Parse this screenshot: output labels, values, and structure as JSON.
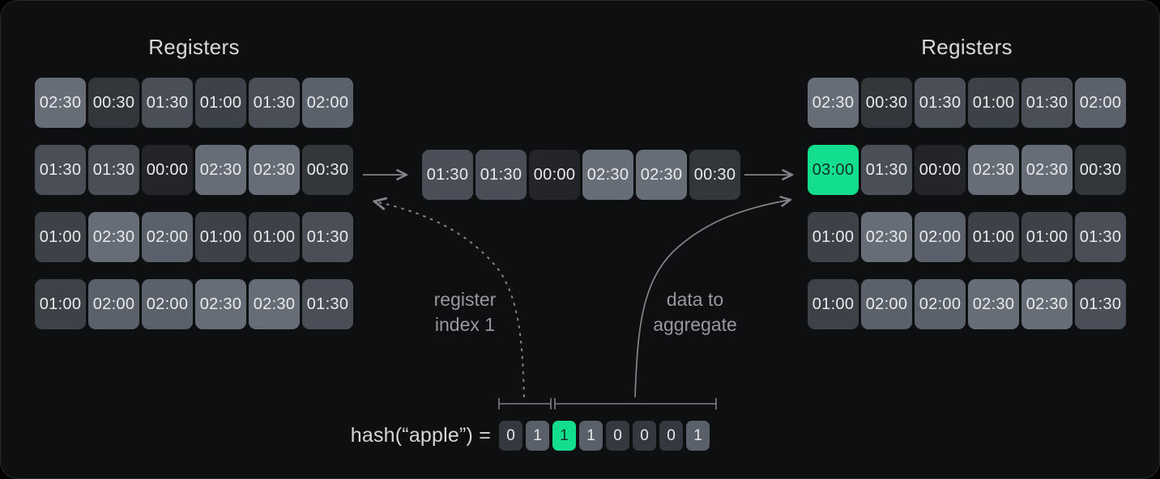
{
  "left_registers": {
    "title": "Registers",
    "rows": [
      [
        "02:30",
        "00:30",
        "01:30",
        "01:00",
        "01:30",
        "02:00"
      ],
      [
        "01:30",
        "01:30",
        "00:00",
        "02:30",
        "02:30",
        "00:30"
      ],
      [
        "01:00",
        "02:30",
        "02:00",
        "01:00",
        "01:00",
        "01:30"
      ],
      [
        "01:00",
        "02:00",
        "02:00",
        "02:30",
        "02:30",
        "01:30"
      ]
    ]
  },
  "extracted_row": {
    "values": [
      "01:30",
      "01:30",
      "00:00",
      "02:30",
      "02:30",
      "00:30"
    ]
  },
  "right_registers": {
    "title": "Registers",
    "rows": [
      [
        "02:30",
        "00:30",
        "01:30",
        "01:00",
        "01:30",
        "02:00"
      ],
      [
        "03:00",
        "01:30",
        "00:00",
        "02:30",
        "02:30",
        "00:30"
      ],
      [
        "01:00",
        "02:30",
        "02:00",
        "01:00",
        "01:00",
        "01:30"
      ],
      [
        "01:00",
        "02:00",
        "02:00",
        "02:30",
        "02:30",
        "01:30"
      ]
    ],
    "highlight": {
      "row": 1,
      "col": 0,
      "value": "03:00"
    }
  },
  "annotations": {
    "register_index_label": [
      "register",
      "index 1"
    ],
    "data_to_aggregate_label": [
      "data to",
      "aggregate"
    ]
  },
  "hash": {
    "prefix": "hash(“apple”) =",
    "bits": [
      "0",
      "1",
      "1",
      "1",
      "0",
      "0",
      "0",
      "1"
    ],
    "highlighted_bit_index": 2,
    "index_bits_count": 2
  },
  "colors": {
    "accent_green": "#12de8d",
    "highlight_text": "#103226",
    "cell_text": "#e8eaec",
    "line_gray": "#82858a",
    "label_gray": "#96999d",
    "value_colors": {
      "00:00": "#232529",
      "00:30": "#33373c",
      "01:00": "#3d4249",
      "01:30": "#4a4f57",
      "02:00": "#5b616a",
      "02:30": "#676d77",
      "03:00": "#12de8d"
    },
    "bit_colors": {
      "0": "#35393f",
      "1": "#5a606a"
    }
  }
}
